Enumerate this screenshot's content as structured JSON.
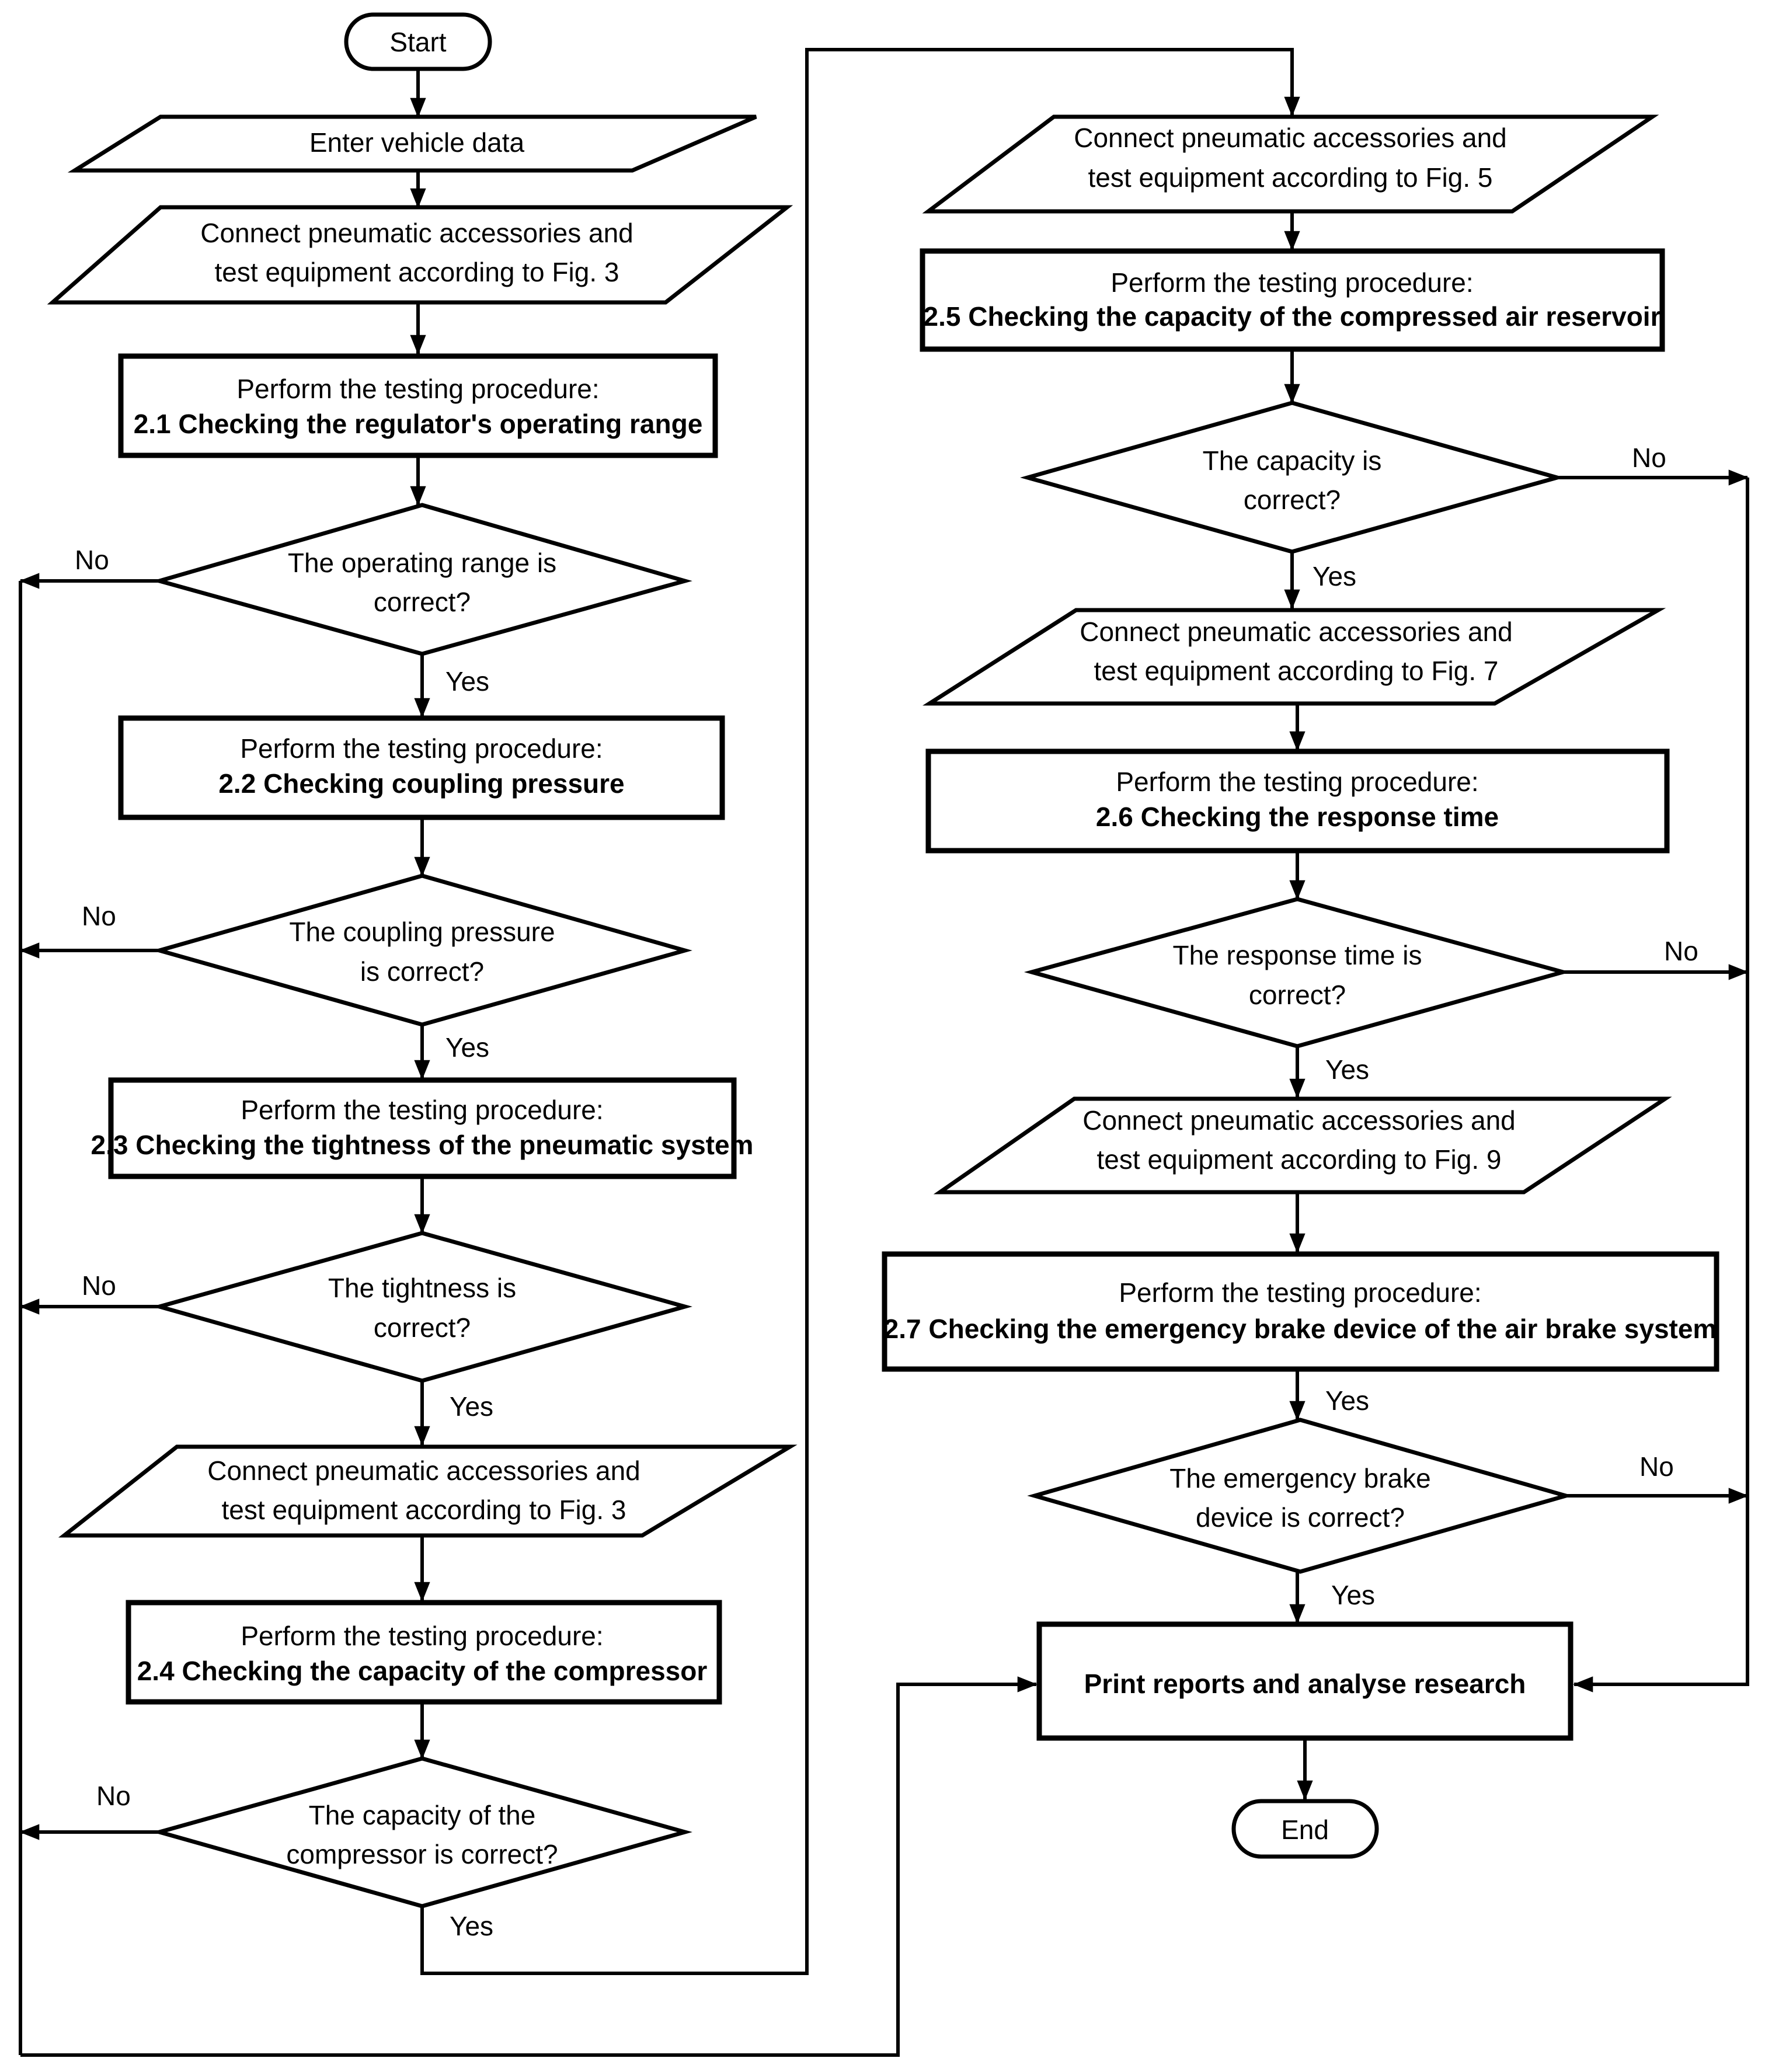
{
  "flowchart": {
    "start": "Start",
    "end": "End",
    "nodes": {
      "enter_vehicle_data": [
        "Enter vehicle data"
      ],
      "connect_fig3_a": [
        "Connect pneumatic accessories and",
        "test equipment according to Fig. 3"
      ],
      "proc_21": [
        "Perform the testing procedure:",
        "2.1 Checking the regulator's operating range"
      ],
      "dec_range": [
        "The operating range is",
        "correct?"
      ],
      "proc_22": [
        "Perform the testing procedure:",
        "2.2 Checking coupling pressure"
      ],
      "dec_coupling": [
        "The coupling pressure",
        "is correct?"
      ],
      "proc_23": [
        "Perform the testing procedure:",
        "2.3 Checking the tightness of the pneumatic system"
      ],
      "dec_tightness": [
        "The tightness is",
        "correct?"
      ],
      "connect_fig3_b": [
        "Connect pneumatic accessories and",
        "test equipment according to Fig. 3"
      ],
      "proc_24": [
        "Perform the testing procedure:",
        "2.4 Checking the capacity of the compressor"
      ],
      "dec_compressor": [
        "The capacity of the",
        "compressor is correct?"
      ],
      "connect_fig5": [
        "Connect pneumatic accessories and",
        "test equipment according to Fig. 5"
      ],
      "proc_25": [
        "Perform the testing procedure:",
        "2.5 Checking the capacity of the compressed air reservoir"
      ],
      "dec_capacity": [
        "The capacity is",
        "correct?"
      ],
      "connect_fig7": [
        "Connect pneumatic accessories and",
        "test equipment according to Fig. 7"
      ],
      "proc_26": [
        "Perform the testing procedure:",
        "2.6 Checking the response time"
      ],
      "dec_response": [
        "The response time is",
        "correct?"
      ],
      "connect_fig9": [
        "Connect pneumatic accessories and",
        "test equipment according to Fig. 9"
      ],
      "proc_27": [
        "Perform the testing procedure:",
        "2.7 Checking the emergency brake device of the air brake system"
      ],
      "dec_emergency": [
        "The emergency brake",
        "device is correct?"
      ],
      "print_reports": [
        "Print reports and analyse research"
      ]
    },
    "labels": {
      "yes": "Yes",
      "no": "No"
    }
  }
}
